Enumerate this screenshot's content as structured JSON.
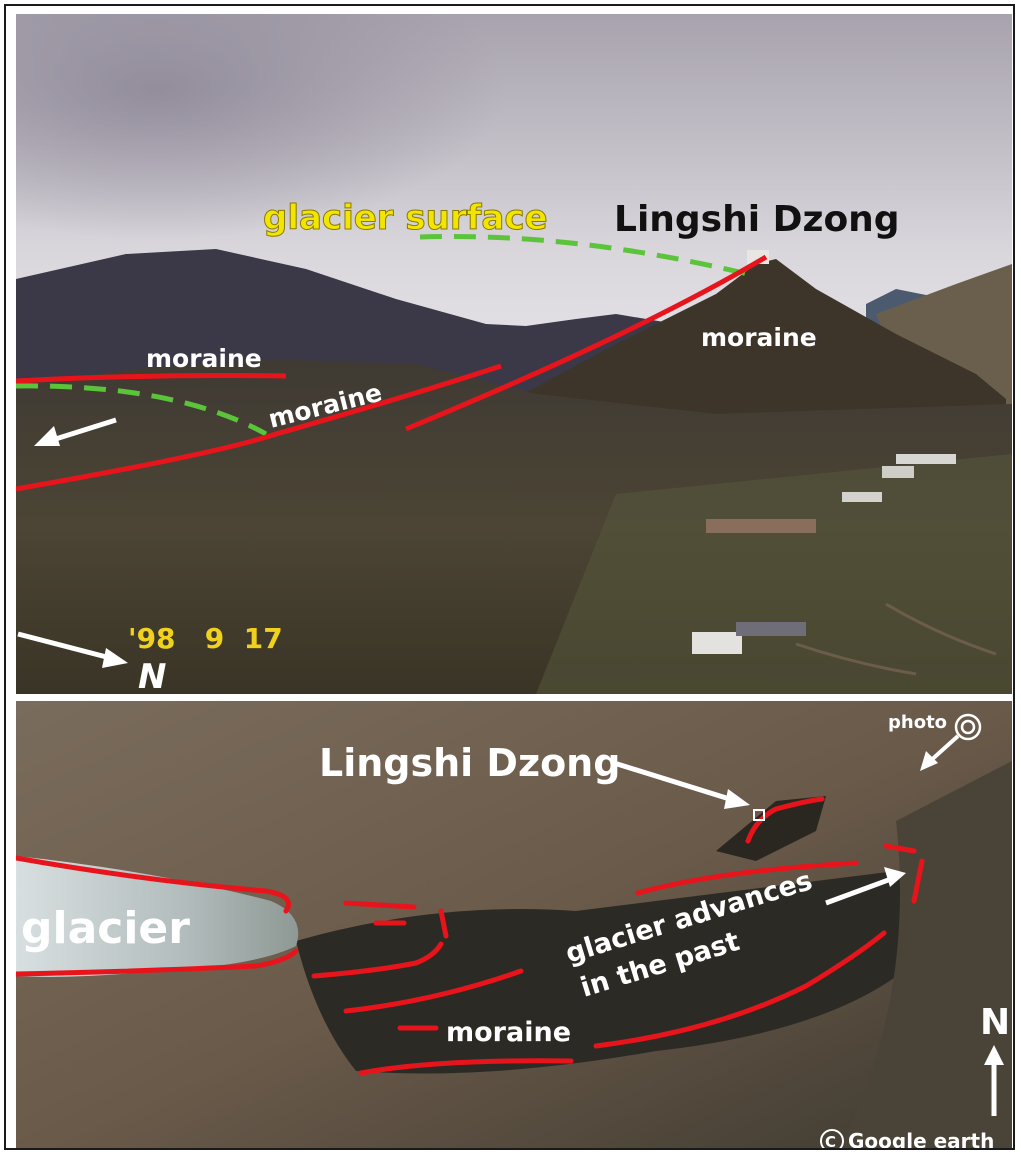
{
  "top_photo": {
    "label_glacier_surface": "glacier surface",
    "label_site": "Lingshi Dzong",
    "label_moraine_right": "moraine",
    "label_moraine_left": "moraine",
    "label_moraine_center": "moraine",
    "date_stamp": "'98   9  17",
    "north_label": "N",
    "colors": {
      "moraine_line": "#e8141c",
      "glacier_surface_line": "#5cc43a",
      "glacier_surface_text": "#f2e600",
      "date_text": "#f0d21e"
    }
  },
  "satellite_image": {
    "label_site": "Lingshi Dzong",
    "label_glacier": "glacier",
    "label_advances_line1": "glacier advances",
    "label_advances_line2": "in the past",
    "label_moraine": "moraine",
    "label_photo": "photo",
    "north_label": "N",
    "copyright": "Google earth",
    "copyright_symbol": "C"
  }
}
